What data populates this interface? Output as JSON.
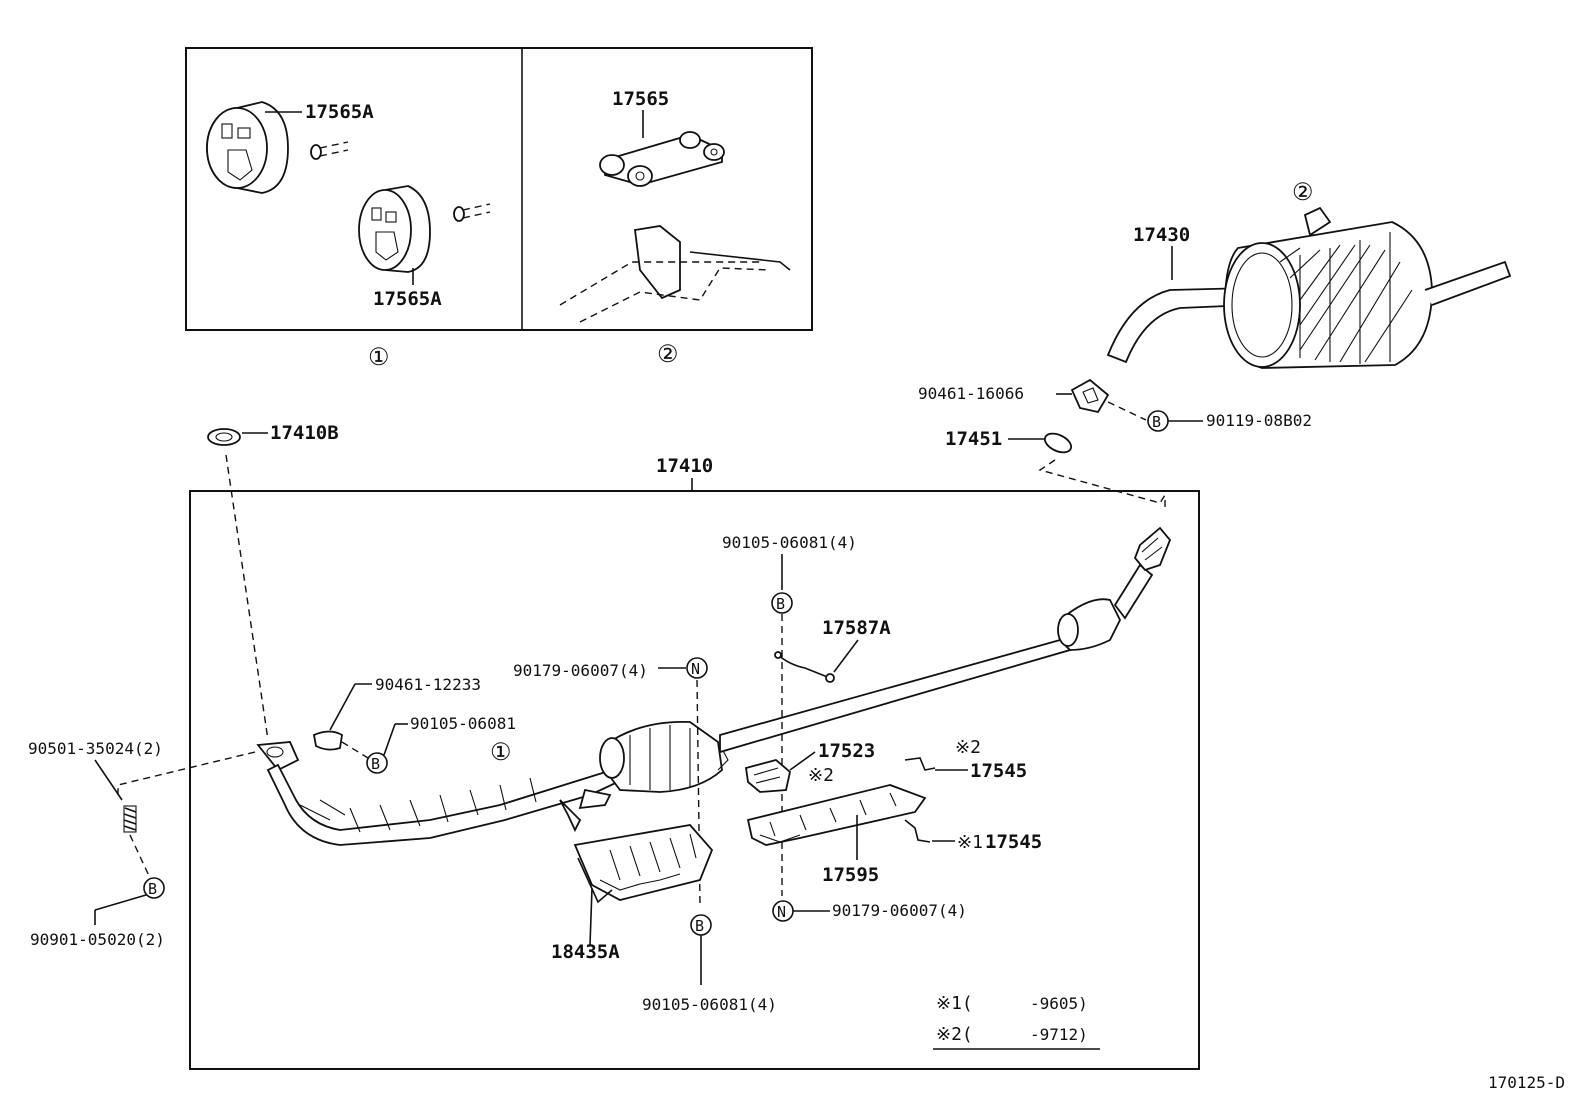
{
  "insets": {
    "left": {
      "marker": "①",
      "callouts": [
        "17565A",
        "17565A"
      ]
    },
    "right": {
      "marker": "②",
      "callouts": [
        "17565"
      ]
    }
  },
  "muffler": {
    "marker": "②",
    "callout": "17430",
    "bracket_callout": "90461-16066",
    "bolt_callout": "90119-08B02",
    "bolt_symbol": "B",
    "gasket_callout": "17451"
  },
  "main": {
    "frame_callout": "17410",
    "gasket_top_callout": "17410B",
    "marker": "①",
    "callouts": {
      "bolt_top": "90105-06081(4)",
      "bolt_top_symbol": "B",
      "wire_clamp": "17587A",
      "nut_top": "90179-06007(4)",
      "nut_top_symbol": "N",
      "bracket_front": "90461-12233",
      "bolt_front": "90105-06081",
      "bolt_front_symbol": "B",
      "spring_bolt": "90501-35024(2)",
      "spring_symbol": "B",
      "spring_nut": "90901-05020(2)",
      "heat_insulator_mid": "17523",
      "note_mark_2a": "※2",
      "clip_top": "17545",
      "note_mark_2b": "※2",
      "heat_insulator_long": "17595",
      "clip_bottom": "17545",
      "note_mark_1": "※1",
      "nut_bottom": "90179-06007(4)",
      "nut_bottom_symbol": "N",
      "heat_insulator_front": "18435A",
      "bolt_bottom": "90105-06081(4)",
      "bolt_bottom_symbol": "B"
    }
  },
  "legend": {
    "rows": [
      {
        "mark": "※1(",
        "value": "-9605)"
      },
      {
        "mark": "※2(",
        "value": "-9712)"
      }
    ]
  },
  "figure_code": "170125-D"
}
